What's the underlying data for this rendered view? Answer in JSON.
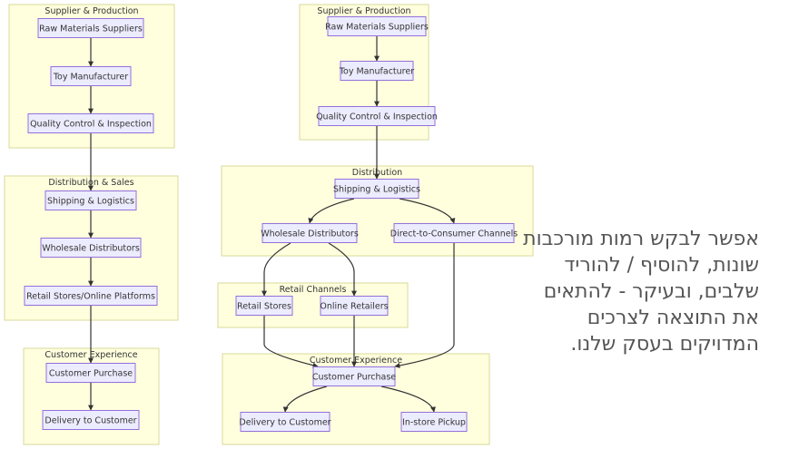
{
  "diagram_left": {
    "clusters": [
      {
        "id": "L_sp",
        "title": "Supplier & Production"
      },
      {
        "id": "L_ds",
        "title": "Distribution & Sales"
      },
      {
        "id": "L_ce",
        "title": "Customer Experience"
      }
    ],
    "nodes": [
      {
        "id": "L_raw",
        "label": "Raw Materials Suppliers"
      },
      {
        "id": "L_toy",
        "label": "Toy Manufacturer"
      },
      {
        "id": "L_qc",
        "label": "Quality Control & Inspection"
      },
      {
        "id": "L_ship",
        "label": "Shipping & Logistics"
      },
      {
        "id": "L_whole",
        "label": "Wholesale Distributors"
      },
      {
        "id": "L_retail",
        "label": "Retail Stores/Online Platforms"
      },
      {
        "id": "L_purch",
        "label": "Customer Purchase"
      },
      {
        "id": "L_deliv",
        "label": "Delivery to Customer"
      }
    ],
    "edges": [
      [
        "L_raw",
        "L_toy"
      ],
      [
        "L_toy",
        "L_qc"
      ],
      [
        "L_qc",
        "L_ship"
      ],
      [
        "L_ship",
        "L_whole"
      ],
      [
        "L_whole",
        "L_retail"
      ],
      [
        "L_retail",
        "L_purch"
      ],
      [
        "L_purch",
        "L_deliv"
      ]
    ]
  },
  "diagram_right": {
    "clusters": [
      {
        "id": "R_sp",
        "title": "Supplier & Production"
      },
      {
        "id": "R_dist",
        "title": "Distribution"
      },
      {
        "id": "R_rc",
        "title": "Retail Channels"
      },
      {
        "id": "R_ce",
        "title": "Customer Experience"
      }
    ],
    "nodes": [
      {
        "id": "R_raw",
        "label": "Raw Materials Suppliers"
      },
      {
        "id": "R_toy",
        "label": "Toy Manufacturer"
      },
      {
        "id": "R_qc",
        "label": "Quality Control & Inspection"
      },
      {
        "id": "R_ship",
        "label": "Shipping & Logistics"
      },
      {
        "id": "R_whole",
        "label": "Wholesale Distributors"
      },
      {
        "id": "R_dtc",
        "label": "Direct-to-Consumer Channels"
      },
      {
        "id": "R_rstore",
        "label": "Retail Stores"
      },
      {
        "id": "R_online",
        "label": "Online Retailers"
      },
      {
        "id": "R_purch",
        "label": "Customer Purchase"
      },
      {
        "id": "R_deliv",
        "label": "Delivery to Customer"
      },
      {
        "id": "R_pickup",
        "label": "In-store Pickup"
      }
    ],
    "edges": [
      [
        "R_raw",
        "R_toy"
      ],
      [
        "R_toy",
        "R_qc"
      ],
      [
        "R_qc",
        "R_ship"
      ],
      [
        "R_ship",
        "R_whole"
      ],
      [
        "R_ship",
        "R_dtc"
      ],
      [
        "R_whole",
        "R_rstore"
      ],
      [
        "R_whole",
        "R_online"
      ],
      [
        "R_rstore",
        "R_purch"
      ],
      [
        "R_online",
        "R_purch"
      ],
      [
        "R_dtc",
        "R_purch"
      ],
      [
        "R_purch",
        "R_deliv"
      ],
      [
        "R_purch",
        "R_pickup"
      ]
    ]
  },
  "caption": "אפשר לבקש רמות מורכבות שונות, להוסיף / להוריד שלבים, ובעיקר - להתאים את התוצאה לצרכים המדויקים בעסק שלנו.",
  "colors": {
    "cluster_fill": "#ffffde",
    "cluster_stroke": "#d8d89a",
    "node_fill": "#ececff",
    "node_stroke": "#9370db",
    "edge": "#333333",
    "caption": "#555555"
  }
}
